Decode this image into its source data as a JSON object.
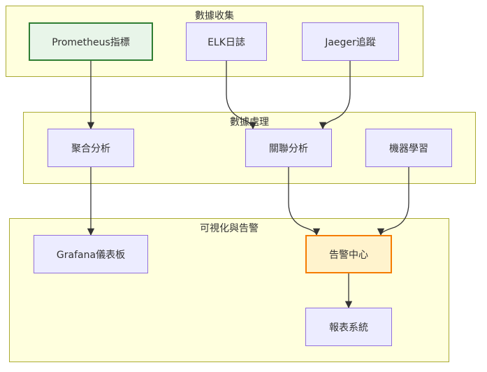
{
  "clusters": {
    "collect": {
      "title": "數據收集"
    },
    "process": {
      "title": "數據處理"
    },
    "visual": {
      "title": "可視化與告警"
    }
  },
  "nodes": {
    "prometheus": "Prometheus指標",
    "elk": "ELK日誌",
    "jaeger": "Jaeger追蹤",
    "aggregate": "聚合分析",
    "correlate": "關聯分析",
    "ml": "機器學習",
    "grafana": "Grafana儀表板",
    "alert_center": "告警中心",
    "report": "報表系統"
  },
  "colors": {
    "node_fill": "#ECECFF",
    "node_stroke": "#9370DB",
    "cluster_fill": "#ffffde",
    "cluster_stroke": "#aaaa33",
    "prometheus_fill": "#e8f5e9",
    "prometheus_stroke": "#2e7d32",
    "alert_fill": "#fff3cd",
    "alert_stroke": "#f57c00",
    "edge": "#333333"
  }
}
